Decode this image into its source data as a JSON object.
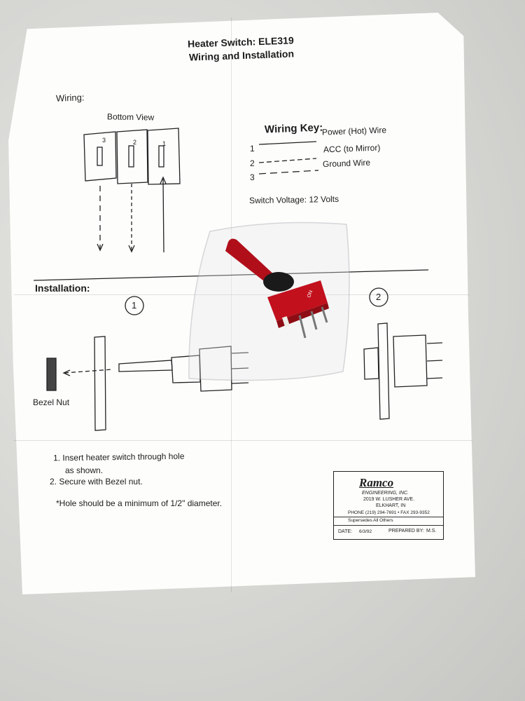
{
  "document": {
    "title_line1": "Heater Switch:  ELE319",
    "title_line2": "Wiring and Installation",
    "wiring": {
      "heading": "Wiring:",
      "bottom_view_label": "Bottom View",
      "terminal_numbers": [
        "3",
        "2",
        "1"
      ]
    },
    "wiring_key": {
      "heading": "Wiring Key:",
      "items": [
        {
          "number": "1",
          "label": "Power (Hot) Wire"
        },
        {
          "number": "2",
          "label": "ACC (to Mirror)"
        },
        {
          "number": "3",
          "label": "Ground Wire"
        }
      ],
      "switch_voltage": "Switch Voltage:  12 Volts"
    },
    "installation": {
      "heading": "Installation:",
      "step_numbers": [
        "1",
        "2"
      ],
      "bezel_nut_label": "Bezel Nut",
      "instructions": [
        "1.  Insert heater switch through hole",
        "as shown.",
        "2.  Secure with Bezel nut."
      ],
      "note": "*Hole should be a minimum of 1/2\" diameter."
    },
    "company_box": {
      "logo": "Ramco",
      "name": "ENGINEERING, INC.",
      "address1": "2019 W. LUSHER AVE.",
      "address2": "ELKHART, IN",
      "phone": "PHONE (219) 294-7691 • FAX 293-9352",
      "supersedes": "Supersedes All Others",
      "date_label": "DATE:",
      "date_value": "6/3/92",
      "prepared_label": "PREPARED BY:",
      "prepared_value": "M.S."
    },
    "switch_part": {
      "label_text": "ON"
    }
  },
  "colors": {
    "paper": "#fdfdfb",
    "background": "#d4d4d1",
    "ink": "#1c1c1c",
    "switch_red": "#c2101d",
    "switch_black": "#1a1a1a"
  }
}
